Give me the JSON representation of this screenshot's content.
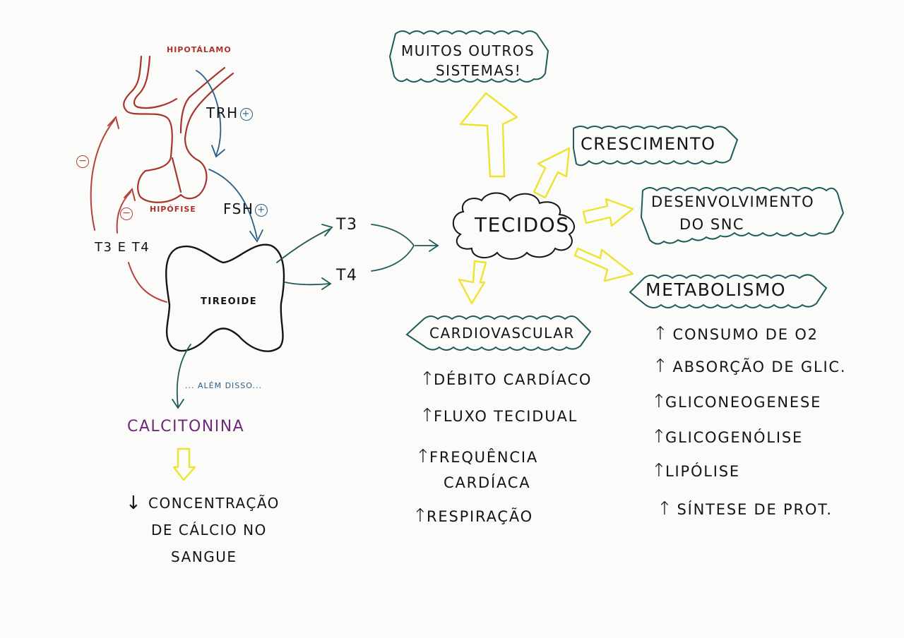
{
  "diagram": {
    "hipotalamo": "HIPOTÁLAMO",
    "hipofise": "HIPÓFISE",
    "trh": "TRH",
    "fsh": "FSH",
    "feedback": "T3 E T4",
    "tireoide": "TIREOIDE",
    "t3": "T3",
    "t4": "T4",
    "alem_disso": "... ALÉM DISSO...",
    "calcitonina": "CALCITONINA",
    "calcio_effect": {
      "arrow": "↓",
      "lines": [
        "CONCENTRAÇÃO",
        "DE CÁLCIO NO",
        "SANGUE"
      ]
    },
    "tecidos": "TECIDOS",
    "muitos_outros": [
      "MUITOS OUTROS",
      "SISTEMAS!"
    ],
    "crescimento": "CRESCIMENTO",
    "desenvolvimento": [
      "DESENVOLVIMENTO",
      "DO SNC"
    ],
    "metabolismo": "METABOLISMO",
    "cardiovascular": "CARDIOVASCULAR",
    "cardio_items": [
      {
        "arrow": "↑",
        "text": "DÉBITO CARDÍACO"
      },
      {
        "arrow": "↑",
        "text": "FLUXO TECIDUAL"
      },
      {
        "arrow": "↑",
        "text": "FREQUÊNCIA",
        "text2": "CARDÍACA"
      },
      {
        "arrow": "↑",
        "text": "RESPIRAÇÃO"
      }
    ],
    "metab_items": [
      {
        "arrow": "↑",
        "text": "CONSUMO DE O2"
      },
      {
        "arrow": "↑",
        "text": "ABSORÇÃO DE GLIC."
      },
      {
        "arrow": "↑",
        "text": "GLICONEOGENESE"
      },
      {
        "arrow": "↑",
        "text": "GLICOGENÓLISE"
      },
      {
        "arrow": "↑",
        "text": "LIPÓLISE"
      },
      {
        "arrow": "↑",
        "text": "SÍNTESE DE PROT."
      }
    ],
    "colors": {
      "ink": "#141414",
      "red": "#b6403a",
      "teal": "#1f5a5a",
      "blue": "#2a5e8a",
      "yellow": "#f2ea3a",
      "purple": "#6e2a78"
    }
  }
}
